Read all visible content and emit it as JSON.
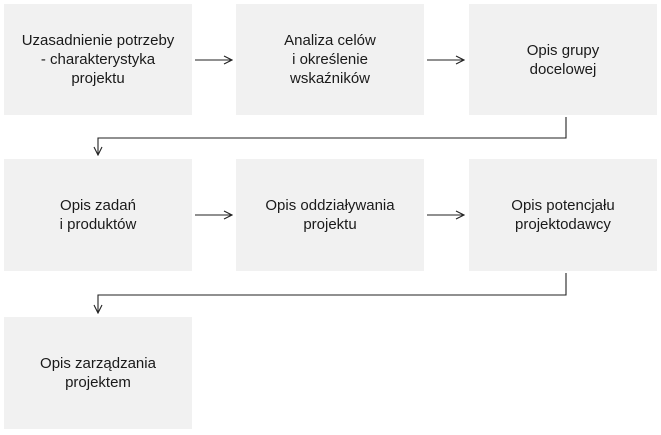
{
  "diagram": {
    "steps": [
      {
        "label": "Uzasadnienie potrzeby\n- charakterystyka\nprojektu"
      },
      {
        "label": "Analiza celów\ni określenie\nwskaźników"
      },
      {
        "label": "Opis grupy\ndocelowej"
      },
      {
        "label": "Opis zadań\ni produktów"
      },
      {
        "label": "Opis oddziaływania\nprojektu"
      },
      {
        "label": "Opis potencjału\nprojektodawcy"
      },
      {
        "label": "Opis zarządzania\nprojektem"
      }
    ]
  }
}
